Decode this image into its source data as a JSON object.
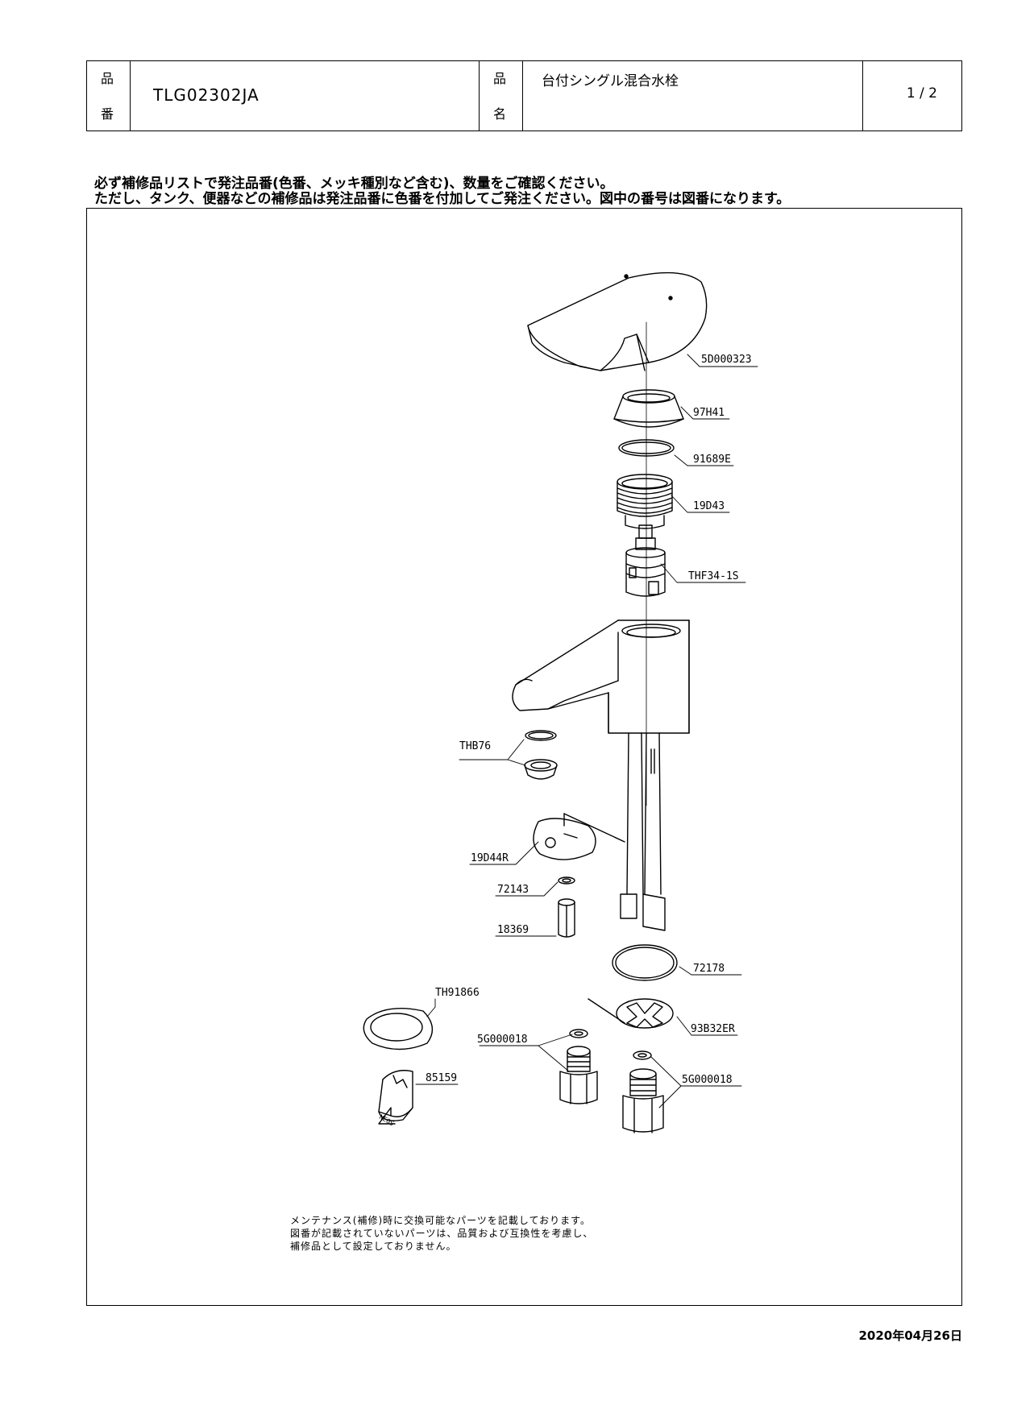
{
  "header": {
    "hinban_label_1": "品",
    "hinban_label_2": "番",
    "model_number": "TLG02302JA",
    "hinmei_label_1": "品",
    "hinmei_label_2": "名",
    "product_name": "台付シングル混合水栓",
    "page": "1 / 2"
  },
  "instructions": {
    "line1": "必ず補修品リストで発注品番(色番、メッキ種別など含む)、数量をご確認ください。",
    "line2": "ただし、タンク、便器などの補修品は発注品番に色番を付加してご発注ください。図中の番号は図番になります。"
  },
  "parts": {
    "p1": "5D000323",
    "p2": "97H41",
    "p3": "91689E",
    "p4": "19D43",
    "p5": "THF34-1S",
    "p6": "THB76",
    "p7": "19D44R",
    "p8": "72143",
    "p9": "18369",
    "p10": "72178",
    "p11": "TH91866",
    "p12": "93B32ER",
    "p13": "5G000018",
    "p14": "5G000018",
    "p15": "85159",
    "wrench_text": "NEOS"
  },
  "footer_note": {
    "line1": "メンテナンス(補修)時に交換可能なパーツを記載しております。",
    "line2": "図番が記載されていないパーツは、品質および互換性を考慮し、",
    "line3": "補修品として設定しておりません。"
  },
  "date": "2020年04月26日"
}
